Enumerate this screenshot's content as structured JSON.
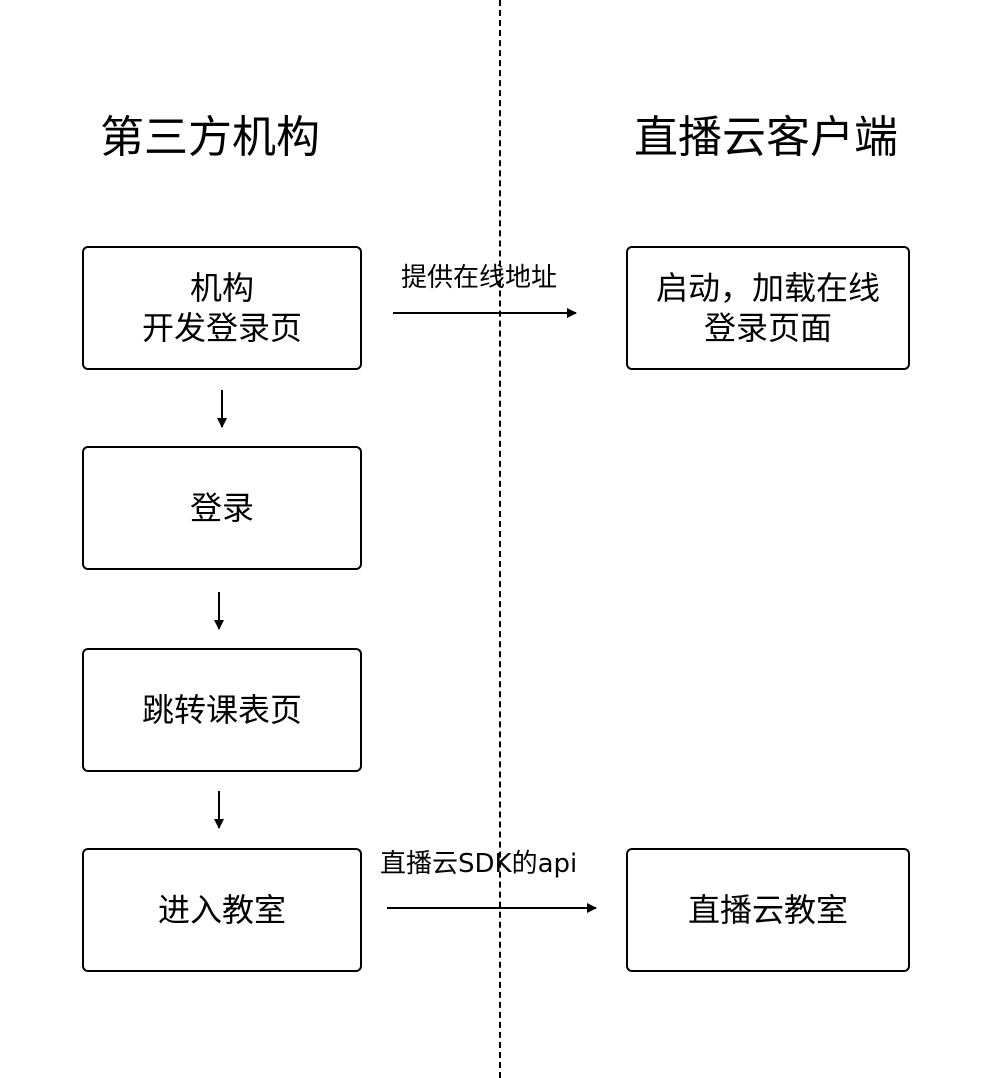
{
  "headings": {
    "left": "第三方机构",
    "right": "直播云客户端"
  },
  "nodes": {
    "dev_login": {
      "line1": "机构",
      "line2": "开发登录页"
    },
    "login": {
      "label": "登录"
    },
    "schedule": {
      "label": "跳转课表页"
    },
    "enter_classroom": {
      "label": "进入教室"
    },
    "launch": {
      "line1": "启动，加载在线",
      "line2": "登录页面"
    },
    "cloud_classroom": {
      "label": "直播云教室"
    }
  },
  "edges": {
    "provide_url": "提供在线地址",
    "sdk_api": "直播云SDK的api"
  }
}
